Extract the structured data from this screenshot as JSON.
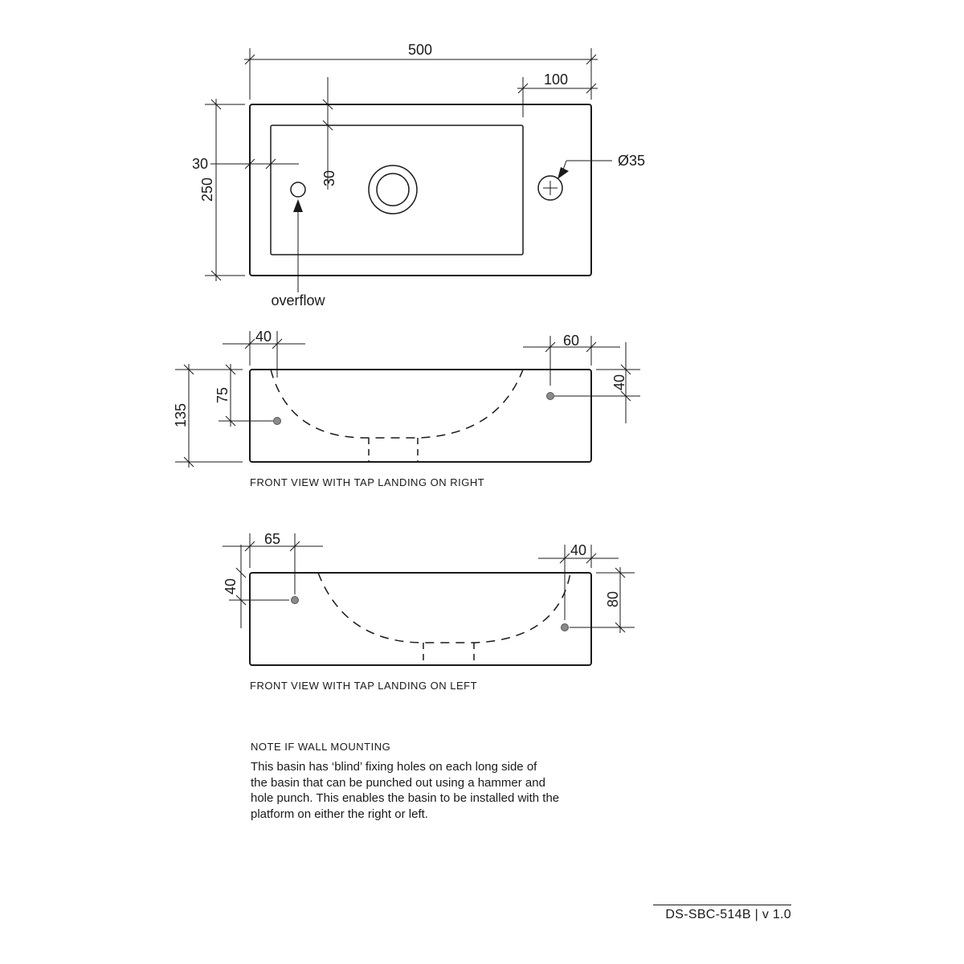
{
  "plan_view": {
    "dim_overall_width": "500",
    "dim_tap_platform": "100",
    "dim_overall_depth": "250",
    "dim_left_rim": "30",
    "dim_back_rim": "30",
    "dim_tap_hole": "Ø35",
    "overflow_label": "overflow"
  },
  "front_view_right": {
    "dim_left_offset": "40",
    "dim_right_offset": "60",
    "dim_height": "135",
    "dim_hole_drop_left": "75",
    "dim_hole_drop_right": "40",
    "caption": "FRONT VIEW WITH TAP LANDING ON RIGHT"
  },
  "front_view_left": {
    "dim_left_offset": "65",
    "dim_right_offset": "40",
    "dim_hole_drop_left": "40",
    "dim_hole_drop_right": "80",
    "caption": "FRONT VIEW WITH TAP LANDING ON LEFT"
  },
  "note": {
    "title": "NOTE IF WALL MOUNTING",
    "body_lines": [
      "This basin has ‘blind’ fixing holes on each long side of",
      "the basin that can be punched out using a hammer and",
      "hole punch. This enables the basin to be installed with the",
      "platform on either the right or left."
    ]
  },
  "footer": {
    "code": "DS-SBC-514B",
    "separator": "|",
    "version": "v 1.0"
  }
}
